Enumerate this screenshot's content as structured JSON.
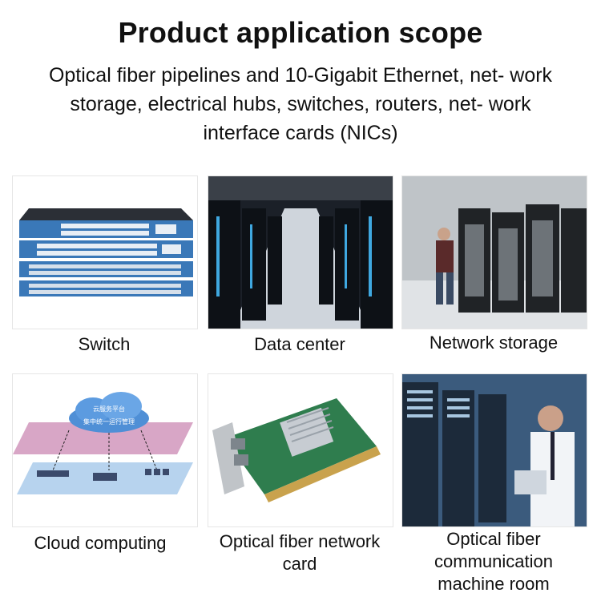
{
  "header": {
    "title": "Product application scope",
    "subtitle": "Optical fiber pipelines and 10-Gigabit Ethernet, net- work storage, electrical hubs, switches, routers, net- work interface cards (NICs)"
  },
  "tiles": [
    {
      "caption": "Switch"
    },
    {
      "caption": "Data center"
    },
    {
      "caption": "Network storage"
    },
    {
      "caption": "Cloud computing"
    },
    {
      "caption": "Optical fiber network card"
    },
    {
      "caption": "Optical fiber communication machine room"
    }
  ],
  "cloud_diagram": {
    "cloud_line1": "云服务平台",
    "cloud_line2": "集中统一运行管理"
  }
}
